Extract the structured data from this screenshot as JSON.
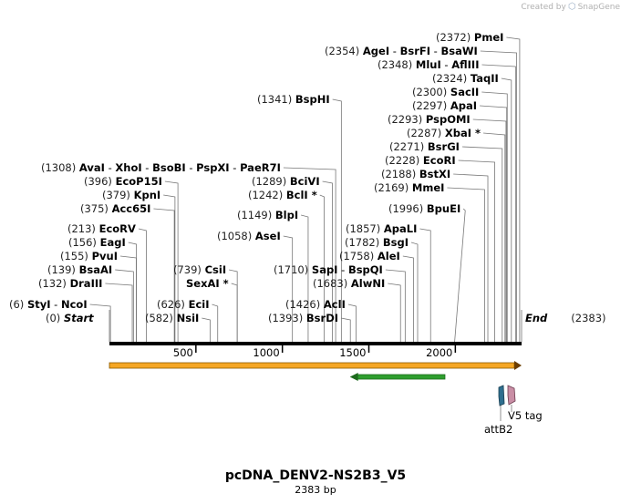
{
  "credit": {
    "prefix": "Created by",
    "brand": "SnapGene"
  },
  "title": "pcDNA_DENV2-NS2B3_V5",
  "length_label": "2383 bp",
  "start": {
    "pos": "(0)",
    "name": "Start"
  },
  "end": {
    "name": "End",
    "pos": "(2383)"
  },
  "length": 2383,
  "ticks": [
    {
      "value": 500,
      "label": "500"
    },
    {
      "value": 1000,
      "label": "1000"
    },
    {
      "value": 1500,
      "label": "1500"
    },
    {
      "value": 2000,
      "label": "2000"
    }
  ],
  "enzymes": [
    {
      "pos": "(6)",
      "names": [
        "StyI",
        "NcoI"
      ],
      "site": 6
    },
    {
      "pos": "(132)",
      "names": [
        "DraIII"
      ],
      "site": 132
    },
    {
      "pos": "(139)",
      "names": [
        "BsaAI"
      ],
      "site": 139
    },
    {
      "pos": "(155)",
      "names": [
        "PvuI"
      ],
      "site": 155
    },
    {
      "pos": "(156)",
      "names": [
        "EagI"
      ],
      "site": 156
    },
    {
      "pos": "(213)",
      "names": [
        "EcoRV"
      ],
      "site": 213
    },
    {
      "pos": "(375)",
      "names": [
        "Acc65I"
      ],
      "site": 375
    },
    {
      "pos": "(379)",
      "names": [
        "KpnI"
      ],
      "site": 379
    },
    {
      "pos": "(396)",
      "names": [
        "EcoP15I"
      ],
      "site": 396
    },
    {
      "pos": "(1308)",
      "names": [
        "AvaI",
        "XhoI",
        "BsoBI",
        "PspXI",
        "PaeR7I"
      ],
      "site": 1308
    },
    {
      "pos": "(582)",
      "names": [
        "NsiI"
      ],
      "site": 582
    },
    {
      "pos": "(626)",
      "names": [
        "EciI"
      ],
      "site": 626
    },
    {
      "pos": "",
      "names": [
        "SexAI *"
      ],
      "site": 739
    },
    {
      "pos": "(739)",
      "names": [
        "CsiI"
      ],
      "site": 739
    },
    {
      "pos": "(1058)",
      "names": [
        "AseI"
      ],
      "site": 1058
    },
    {
      "pos": "(1149)",
      "names": [
        "BlpI"
      ],
      "site": 1149
    },
    {
      "pos": "(1242)",
      "names": [
        "BclI *"
      ],
      "site": 1242
    },
    {
      "pos": "(1289)",
      "names": [
        "BciVI"
      ],
      "site": 1289
    },
    {
      "pos": "(1341)",
      "names": [
        "BspHI"
      ],
      "site": 1341
    },
    {
      "pos": "(1393)",
      "names": [
        "BsrDI"
      ],
      "site": 1393
    },
    {
      "pos": "(1426)",
      "names": [
        "AclI"
      ],
      "site": 1426
    },
    {
      "pos": "(1683)",
      "names": [
        "AlwNI"
      ],
      "site": 1683
    },
    {
      "pos": "(1710)",
      "names": [
        "SapI",
        "BspQI"
      ],
      "site": 1710
    },
    {
      "pos": "(1758)",
      "names": [
        "AleI"
      ],
      "site": 1758
    },
    {
      "pos": "(1782)",
      "names": [
        "BsgI"
      ],
      "site": 1782
    },
    {
      "pos": "(1857)",
      "names": [
        "ApaLI"
      ],
      "site": 1857
    },
    {
      "pos": "(1996)",
      "names": [
        "BpuEI"
      ],
      "site": 1996
    },
    {
      "pos": "(2169)",
      "names": [
        "MmeI"
      ],
      "site": 2169
    },
    {
      "pos": "(2188)",
      "names": [
        "BstXI"
      ],
      "site": 2188
    },
    {
      "pos": "(2228)",
      "names": [
        "EcoRI"
      ],
      "site": 2228
    },
    {
      "pos": "(2271)",
      "names": [
        "BsrGI"
      ],
      "site": 2271
    },
    {
      "pos": "(2287)",
      "names": [
        "XbaI *"
      ],
      "site": 2287
    },
    {
      "pos": "(2293)",
      "names": [
        "PspOMI"
      ],
      "site": 2293
    },
    {
      "pos": "(2297)",
      "names": [
        "ApaI"
      ],
      "site": 2297
    },
    {
      "pos": "(2300)",
      "names": [
        "SacII"
      ],
      "site": 2300
    },
    {
      "pos": "(2324)",
      "names": [
        "TaqII"
      ],
      "site": 2324
    },
    {
      "pos": "(2348)",
      "names": [
        "MluI",
        "AflIII"
      ],
      "site": 2348
    },
    {
      "pos": "(2354)",
      "names": [
        "AgeI",
        "BsrFI",
        "BsaWI"
      ],
      "site": 2354
    },
    {
      "pos": "(2372)",
      "names": [
        "PmeI"
      ],
      "site": 2372
    }
  ],
  "features": [
    {
      "name": "orange-feature",
      "start": 0,
      "end": 2383,
      "strand": "+",
      "color": "#f5a623"
    },
    {
      "name": "green-feature",
      "start": 1390,
      "end": 1940,
      "strand": "-",
      "color": "#2e9e2e"
    },
    {
      "name": "attB2",
      "label": "attB2",
      "color": "#2f6f8f"
    },
    {
      "name": "V5 tag",
      "label": "V5 tag",
      "color": "#c98ea5"
    }
  ]
}
